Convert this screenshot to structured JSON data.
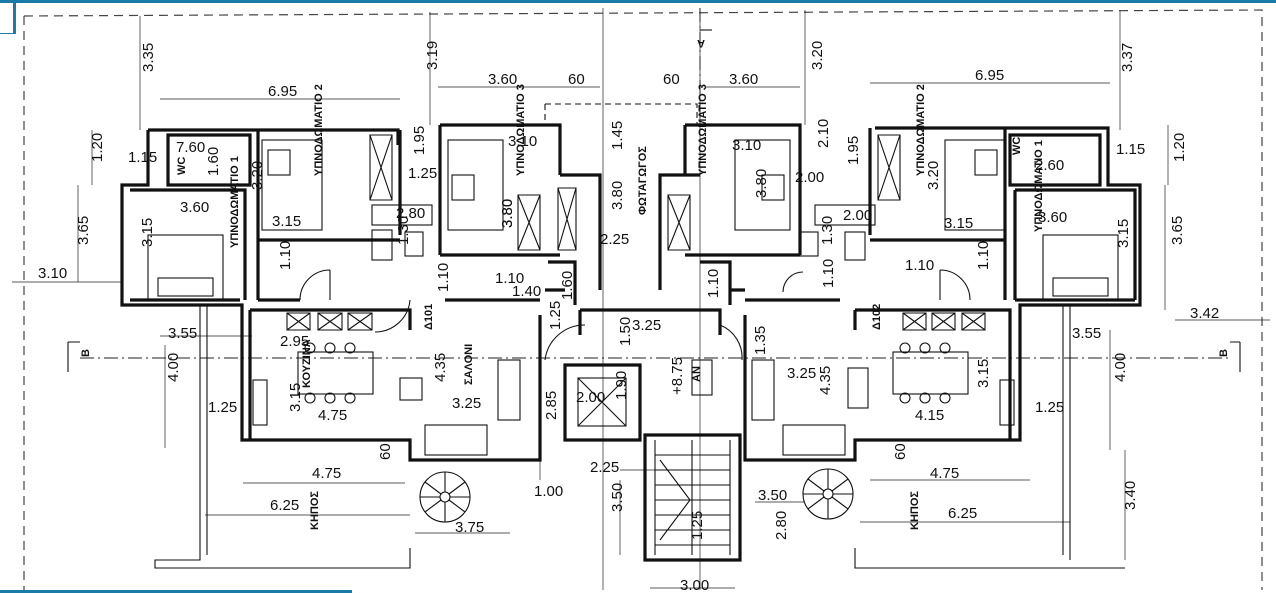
{
  "border_color": "#1a7aa8",
  "dimensions": [
    {
      "id": "d01",
      "text": "3.35"
    },
    {
      "id": "d02",
      "text": "6.95"
    },
    {
      "id": "d03",
      "text": "3.19"
    },
    {
      "id": "d04",
      "text": "3.60"
    },
    {
      "id": "d05",
      "text": "60"
    },
    {
      "id": "d06",
      "text": "60"
    },
    {
      "id": "d07",
      "text": "3.60"
    },
    {
      "id": "d08",
      "text": "3.20"
    },
    {
      "id": "d09",
      "text": "6.95"
    },
    {
      "id": "d10",
      "text": "3.37"
    },
    {
      "id": "d11",
      "text": "1.20"
    },
    {
      "id": "d12",
      "text": "1.15"
    },
    {
      "id": "d13",
      "text": "7.60"
    },
    {
      "id": "d14",
      "text": "1.95"
    },
    {
      "id": "d15",
      "text": "3.10"
    },
    {
      "id": "d16",
      "text": "1.45"
    },
    {
      "id": "d17",
      "text": "3.10"
    },
    {
      "id": "d18",
      "text": "2.10"
    },
    {
      "id": "d19",
      "text": "1.95"
    },
    {
      "id": "d20",
      "text": "2.60"
    },
    {
      "id": "d21",
      "text": "1.15"
    },
    {
      "id": "d22",
      "text": "1.20"
    },
    {
      "id": "d23",
      "text": "1.60"
    },
    {
      "id": "d24",
      "text": "3.20"
    },
    {
      "id": "d25",
      "text": "1.25"
    },
    {
      "id": "d26",
      "text": "3.60"
    },
    {
      "id": "d27",
      "text": "3.80"
    },
    {
      "id": "d28",
      "text": "3.80"
    },
    {
      "id": "d29",
      "text": "2.00"
    },
    {
      "id": "d30",
      "text": "3.20"
    },
    {
      "id": "d31",
      "text": "3.80"
    },
    {
      "id": "d32",
      "text": "3.15"
    },
    {
      "id": "d33",
      "text": "2.80"
    },
    {
      "id": "d34",
      "text": "2.25"
    },
    {
      "id": "d35",
      "text": "2.00"
    },
    {
      "id": "d36",
      "text": "3.15"
    },
    {
      "id": "d37",
      "text": "3.60"
    },
    {
      "id": "d38",
      "text": "3.65"
    },
    {
      "id": "d39",
      "text": "3.15"
    },
    {
      "id": "d40",
      "text": "1.30"
    },
    {
      "id": "d41",
      "text": "3.80"
    },
    {
      "id": "d42",
      "text": "1.30"
    },
    {
      "id": "d43",
      "text": "3.15"
    },
    {
      "id": "d44",
      "text": "3.65"
    },
    {
      "id": "d45",
      "text": "3.10"
    },
    {
      "id": "d46",
      "text": "1.10"
    },
    {
      "id": "d47",
      "text": "1.10"
    },
    {
      "id": "d48",
      "text": "1.10"
    },
    {
      "id": "d49",
      "text": "1.40"
    },
    {
      "id": "d50",
      "text": "1.60"
    },
    {
      "id": "d51",
      "text": "1.10"
    },
    {
      "id": "d52",
      "text": "1.10"
    },
    {
      "id": "d53",
      "text": "1.10"
    },
    {
      "id": "d54",
      "text": "1.10"
    },
    {
      "id": "d55",
      "text": "3.55"
    },
    {
      "id": "d56",
      "text": "1.25"
    },
    {
      "id": "d57",
      "text": "3.25"
    },
    {
      "id": "d58",
      "text": "1.50"
    },
    {
      "id": "d59",
      "text": "1.35"
    },
    {
      "id": "d60",
      "text": "3.42"
    },
    {
      "id": "d61",
      "text": "3.55"
    },
    {
      "id": "d62",
      "text": "2.95"
    },
    {
      "id": "d63",
      "text": "4.00"
    },
    {
      "id": "d64",
      "text": "4.35"
    },
    {
      "id": "d65",
      "text": "3.25"
    },
    {
      "id": "d66",
      "text": "3.25"
    },
    {
      "id": "d67",
      "text": "4.35"
    },
    {
      "id": "d68",
      "text": "4.00"
    },
    {
      "id": "d69",
      "text": "1.25"
    },
    {
      "id": "d70",
      "text": "3.15"
    },
    {
      "id": "d71",
      "text": "4.75"
    },
    {
      "id": "d72",
      "text": "2.00"
    },
    {
      "id": "d73",
      "text": "1.90"
    },
    {
      "id": "d74",
      "text": "4.15"
    },
    {
      "id": "d75",
      "text": "3.15"
    },
    {
      "id": "d76",
      "text": "1.25"
    },
    {
      "id": "d77",
      "text": "2.85"
    },
    {
      "id": "d78",
      "text": "60"
    },
    {
      "id": "d79",
      "text": "60"
    },
    {
      "id": "d80",
      "text": "4.75"
    },
    {
      "id": "d81",
      "text": "2.25"
    },
    {
      "id": "d82",
      "text": "4.75"
    },
    {
      "id": "d83",
      "text": "1.00"
    },
    {
      "id": "d84",
      "text": "3.50"
    },
    {
      "id": "d85",
      "text": "3.50"
    },
    {
      "id": "d86",
      "text": "6.25"
    },
    {
      "id": "d87",
      "text": "6.25"
    },
    {
      "id": "d88",
      "text": "3.40"
    },
    {
      "id": "d89",
      "text": "3.75"
    },
    {
      "id": "d90",
      "text": "2.80"
    },
    {
      "id": "d91",
      "text": "1.25"
    },
    {
      "id": "d92",
      "text": "3.00"
    },
    {
      "id": "d93",
      "text": "+8.75"
    }
  ],
  "room_labels": [
    {
      "id": "r01",
      "text": "ΥΠΝΟΔΩΜΑΤΙΟ 1"
    },
    {
      "id": "r02",
      "text": "ΥΠΝΟΔΩΜΑΤΙΟ 2"
    },
    {
      "id": "r03",
      "text": "ΥΠΝΟΔΩΜΑΤΙΟ 3"
    },
    {
      "id": "r04",
      "text": "ΥΠΝΟΔΩΜΑΤΙΟ 3"
    },
    {
      "id": "r05",
      "text": "ΥΠΝΟΔΩΜΑΤΙΟ 2"
    },
    {
      "id": "r06",
      "text": "ΥΠΝΟΔΩΜΑΤΙΟ 1"
    },
    {
      "id": "r07",
      "text": "WC"
    },
    {
      "id": "r08",
      "text": "WC"
    },
    {
      "id": "r09",
      "text": "ΦΩΤΑΓΩΓΟΣ"
    },
    {
      "id": "r10",
      "text": "ΚΟΥΖΙΝΑ"
    },
    {
      "id": "r11",
      "text": "ΣΑΛΟΝΙ"
    },
    {
      "id": "r12",
      "text": "ΚΗΠΟΣ"
    },
    {
      "id": "r13",
      "text": "ΚΗΠΟΣ"
    },
    {
      "id": "r14",
      "text": "ΑΝ"
    },
    {
      "id": "r15",
      "text": "Δ101"
    },
    {
      "id": "r16",
      "text": "Δ102"
    }
  ],
  "section_marks": [
    {
      "id": "s01",
      "text": "B"
    },
    {
      "id": "s02",
      "text": "B"
    },
    {
      "id": "s03",
      "text": "A"
    }
  ]
}
